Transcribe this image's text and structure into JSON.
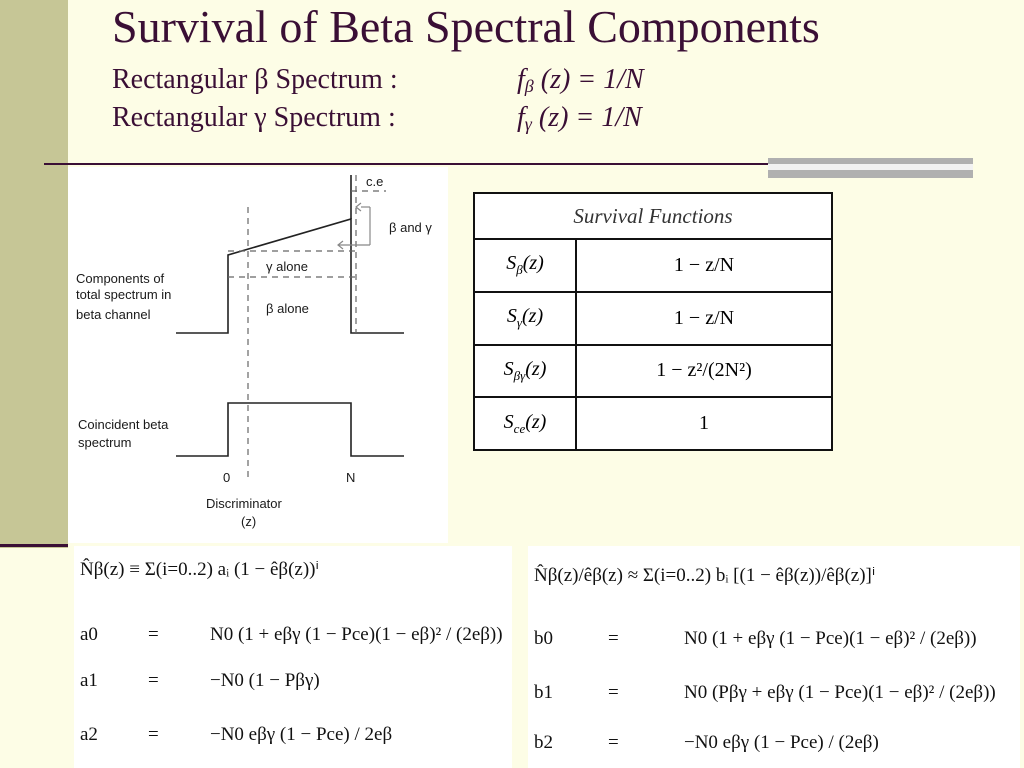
{
  "slide": {
    "title": "Survival of Beta Spectral Components",
    "line1_label": "Rectangular β Spectrum :",
    "line1_formula_f": "f",
    "line1_formula_sub": "β",
    "line1_formula_rest": " (z) = 1/N",
    "line2_label": "Rectangular γ Spectrum :",
    "line2_formula_f": "f",
    "line2_formula_sub": "γ",
    "line2_formula_rest": " (z) = 1/N"
  },
  "diagram": {
    "label_components_l1": "Components of",
    "label_components_l2": "total spectrum in",
    "label_components_l3": "beta channel",
    "label_coincident_l1": "Coincident beta",
    "label_coincident_l2": "spectrum",
    "label_ce": "c.e",
    "label_beta_gamma": "β and γ",
    "label_gamma_alone": "γ alone",
    "label_beta_alone": "β alone",
    "tick_0": "0",
    "tick_N": "N",
    "xlabel_l1": "Discriminator",
    "xlabel_l2": "(z)"
  },
  "survival_table": {
    "header": "Survival Functions",
    "rows": [
      {
        "fn": "S",
        "sub": "β",
        "arg": "(z)",
        "value": "1 − z/N"
      },
      {
        "fn": "S",
        "sub": "γ",
        "arg": "(z)",
        "value": "1 − z/N"
      },
      {
        "fn": "S",
        "sub": "βγ",
        "arg": "(z)",
        "value": "1 − z²/(2N²)"
      },
      {
        "fn": "S",
        "sub": "ce",
        "arg": "(z)",
        "value": "1"
      }
    ]
  },
  "equations_left": {
    "eq0": "N̂β(z) ≡ Σ(i=0..2) aᵢ (1 − êβ(z))ⁱ",
    "a0_lhs": "a0",
    "a0_rhs": "N0 (1 + eβγ (1 − Pce)(1 − eβ)² / (2eβ))",
    "a1_lhs": "a1",
    "a1_rhs": "−N0 (1 − Pβγ)",
    "a2_lhs": "a2",
    "a2_rhs": "−N0 eβγ (1 − Pce) / 2eβ"
  },
  "equations_right": {
    "eq0": "N̂β(z)/êβ(z) ≈ Σ(i=0..2) bᵢ [(1 − êβ(z))/êβ(z)]ⁱ",
    "b0_lhs": "b0",
    "b0_rhs": "N0 (1 + eβγ (1 − Pce)(1 − eβ)² / (2eβ))",
    "b1_lhs": "b1",
    "b1_rhs": "N0 (Pβγ + eβγ (1 − Pce)(1 − eβ)² / (2eβ))",
    "b2_lhs": "b2",
    "b2_rhs": "−N0 eβγ (1 − Pce) / (2eβ)"
  }
}
